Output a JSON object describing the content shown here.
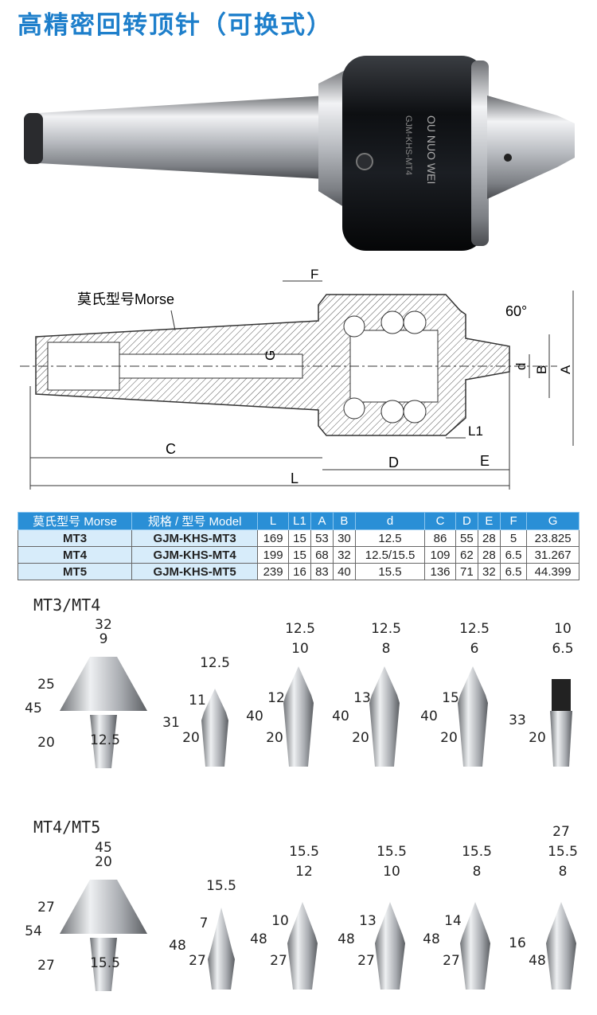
{
  "title": "高精密回转顶针（可换式）",
  "photo": {
    "brand_text": "OU NUO WEI",
    "model_text": "GJM-KHS-MT4"
  },
  "drawing": {
    "morse_label": "莫氏型号Morse",
    "angle": "60°",
    "labels": {
      "F": "F",
      "G": "G",
      "d": "d",
      "B": "B",
      "A": "A",
      "C": "C",
      "L1": "L1",
      "D": "D",
      "E": "E",
      "L": "L"
    }
  },
  "table": {
    "headers": [
      "莫氏型号 Morse",
      "规格 / 型号  Model",
      "L",
      "L1",
      "A",
      "B",
      "d",
      "C",
      "D",
      "E",
      "F",
      "G"
    ],
    "rows": [
      [
        "MT3",
        "GJM-KHS-MT3",
        "169",
        "15",
        "53",
        "30",
        "12.5",
        "86",
        "55",
        "28",
        "5",
        "23.825"
      ],
      [
        "MT4",
        "GJM-KHS-MT4",
        "199",
        "15",
        "68",
        "32",
        "12.5/15.5",
        "109",
        "62",
        "28",
        "6.5",
        "31.267"
      ],
      [
        "MT5",
        "GJM-KHS-MT5",
        "239",
        "16",
        "83",
        "40",
        "15.5",
        "136",
        "71",
        "32",
        "6.5",
        "44.399"
      ]
    ]
  },
  "tip_sets": [
    {
      "title": "MT3/MT4",
      "tips": [
        [
          "32",
          "9",
          "25",
          "45",
          "20",
          "12.5"
        ],
        [
          "12.5",
          "11",
          "31",
          "20"
        ],
        [
          "12.5",
          "10",
          "12",
          "40",
          "20"
        ],
        [
          "12.5",
          "8",
          "13",
          "40",
          "20"
        ],
        [
          "12.5",
          "6",
          "15",
          "40",
          "20"
        ],
        [
          "10",
          "6.5",
          "33",
          "20"
        ]
      ]
    },
    {
      "title": "MT4/MT5",
      "tips": [
        [
          "45",
          "20",
          "27",
          "54",
          "27",
          "15.5"
        ],
        [
          "15.5",
          "7",
          "48",
          "27"
        ],
        [
          "15.5",
          "12",
          "10",
          "48",
          "27"
        ],
        [
          "15.5",
          "10",
          "13",
          "48",
          "27"
        ],
        [
          "15.5",
          "8",
          "14",
          "48",
          "27"
        ],
        [
          "15.5",
          "8",
          "16",
          "48",
          "27"
        ]
      ]
    }
  ]
}
